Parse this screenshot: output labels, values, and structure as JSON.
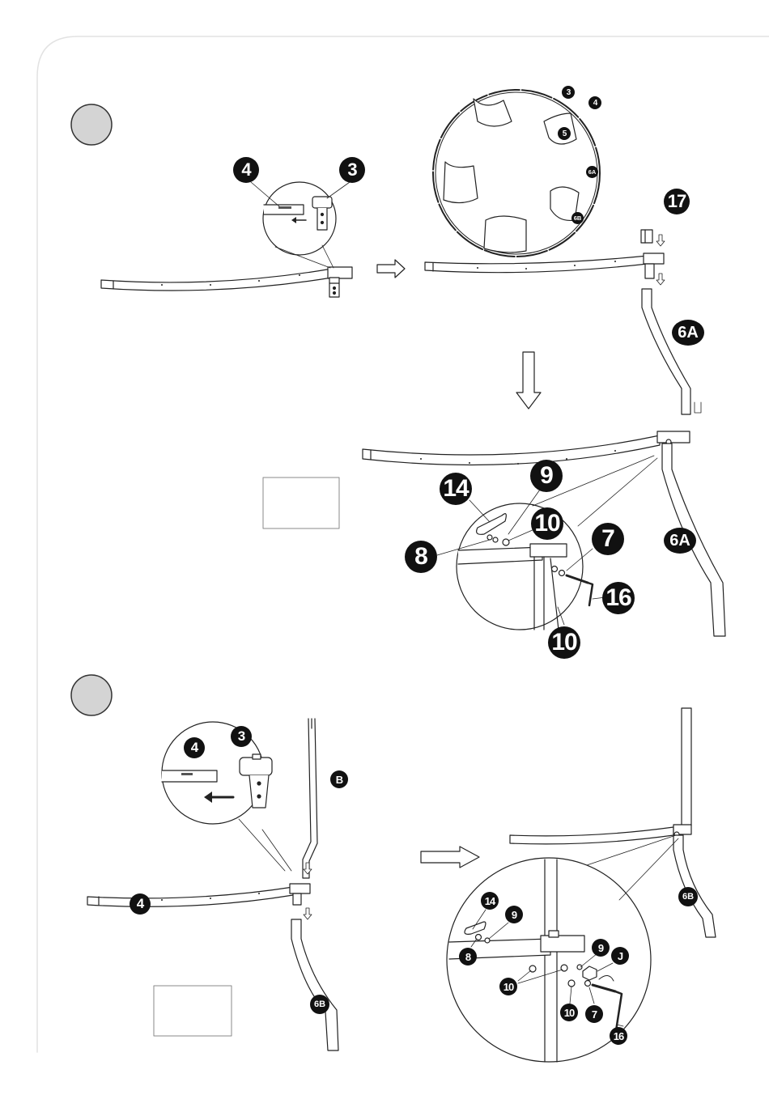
{
  "step1": {
    "detail_top_labels": {
      "tube": "4",
      "connector": "3"
    },
    "ring_labels": {
      "a": "3",
      "b": "4",
      "c": "5",
      "d": "6A",
      "e": "6B"
    },
    "cap_label": "17",
    "leg_label": "6A",
    "detail_hardware_labels": {
      "wrench": "14",
      "washer_a": "9",
      "nut": "8",
      "washer_b": "10",
      "bolt": "7",
      "hex_key": "16",
      "washer_c": "10"
    },
    "assembled_leg_label": "6A"
  },
  "step2": {
    "detail_top_labels": {
      "tube": "4",
      "connector": "3"
    },
    "upright_label": "B",
    "tube_label": "4",
    "leg_label": "6B",
    "assembled_leg_label": "6B",
    "detail_hardware_labels": {
      "wrench": "14",
      "washer_a": "9",
      "nut": "8",
      "washer_b": "10",
      "washer_c": "9",
      "clip": "J",
      "washer_d": "10",
      "bolt": "7",
      "hex_key": "16"
    }
  }
}
